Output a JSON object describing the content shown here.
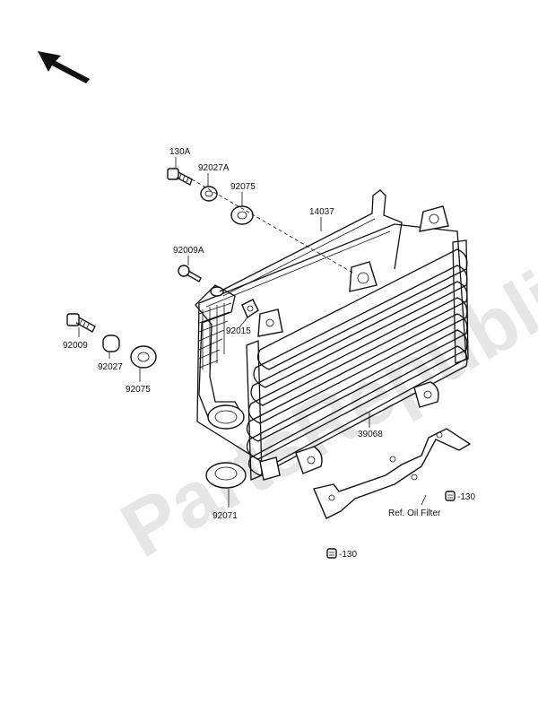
{
  "watermark": "PartsRepublik",
  "parts": {
    "p130a": "130A",
    "p92027a": "92027A",
    "p92075_top": "92075",
    "p14037": "14037",
    "p92009a": "92009A",
    "p92015": "92015",
    "p92009": "92009",
    "p92027": "92027",
    "p92075_bottom": "92075",
    "p39068": "39068",
    "p92071": "92071",
    "p130_right": "-130",
    "p130_bottom": "-130",
    "ref_oil_filter": "Ref. Oil Filter"
  },
  "icons": {
    "direction_arrow": "front-arrow-icon"
  }
}
